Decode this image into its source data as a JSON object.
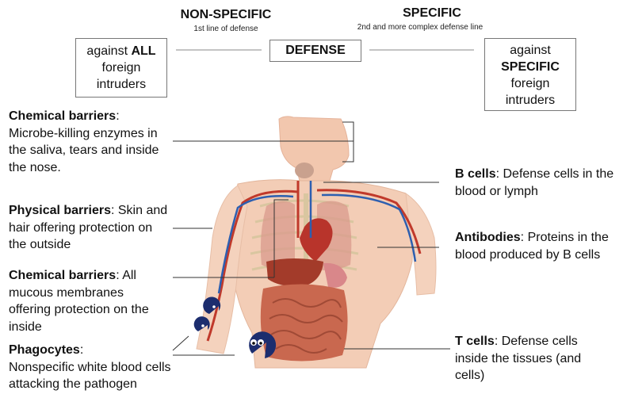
{
  "header": {
    "nonspecific_title": "NON-SPECIFIC",
    "nonspecific_sub": "1st line of defense",
    "specific_title": "SPECIFIC",
    "specific_sub": "2nd and more complex defense line",
    "center": "DEFENSE"
  },
  "boxes": {
    "left_pre": "against ",
    "left_bold": "ALL",
    "left_post": "foreign intruders",
    "right_pre": "against",
    "right_bold": "SPECIFIC",
    "right_post": "foreign intruders"
  },
  "left_labels": [
    {
      "title": "Chemical barriers",
      "sep": ":",
      "text": "Microbe-killing enzymes in the saliva, tears and inside the nose."
    },
    {
      "title": "Physical barriers",
      "sep": ":",
      "text": " Skin and hair offering protection on the outside"
    },
    {
      "title": "Chemical barriers",
      "sep": ":",
      "text": " All mucous membranes offering protection on the inside"
    },
    {
      "title": "Phagocytes",
      "sep": ":",
      "text": "Nonspecific white blood cells attacking the pathogen"
    }
  ],
  "right_labels": [
    {
      "title": "B cells",
      "sep": ":",
      "text": " Defense cells in the blood or lymph"
    },
    {
      "title": "Antibodies",
      "sep": ":",
      "text": " Proteins in the blood produced by B cells"
    },
    {
      "title": "T cells",
      "sep": ":",
      "text": " Defense cells inside the tissues (and cells)"
    }
  ]
}
